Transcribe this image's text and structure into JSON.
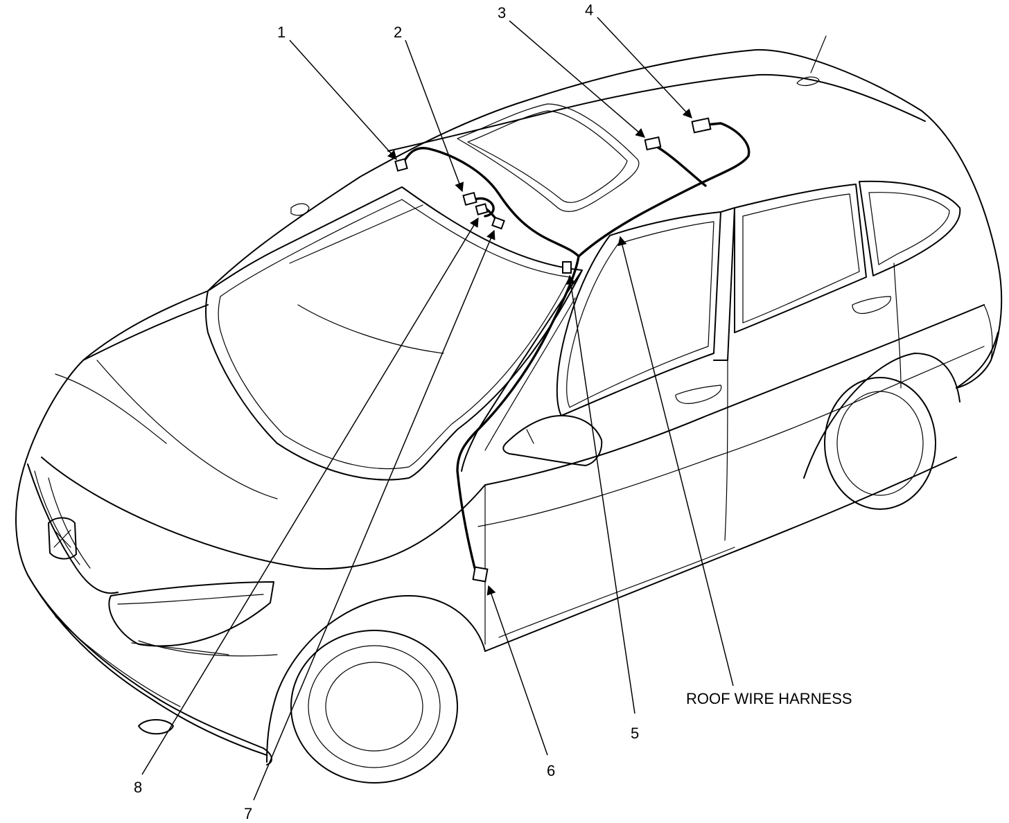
{
  "callouts": [
    {
      "id": "1",
      "label": "1"
    },
    {
      "id": "2",
      "label": "2"
    },
    {
      "id": "3",
      "label": "3"
    },
    {
      "id": "4",
      "label": "4"
    },
    {
      "id": "5",
      "label": "5"
    },
    {
      "id": "6",
      "label": "6"
    },
    {
      "id": "7",
      "label": "7"
    },
    {
      "id": "8",
      "label": "8"
    }
  ],
  "harness_label": "ROOF WIRE HARNESS"
}
